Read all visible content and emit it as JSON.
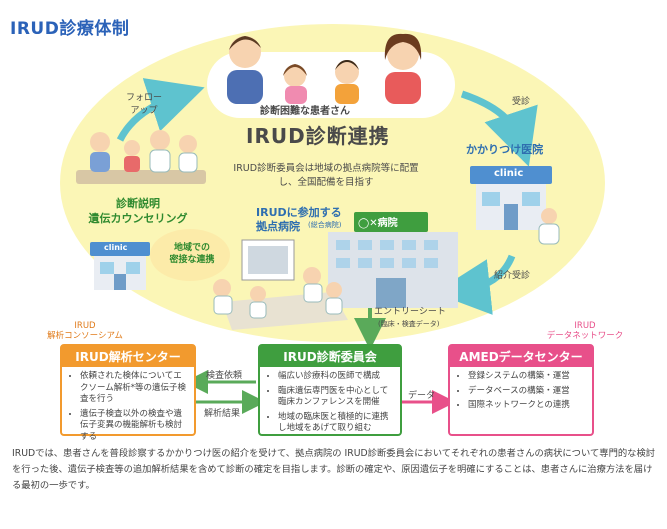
{
  "title": "IRUD診療体制",
  "center": {
    "title": "IRUD診断連携",
    "desc": "IRUD診断委員会は地域の拠点病院等に配置し、全国配備を目指す"
  },
  "patients_label": "診断困難な患者さん",
  "labels": {
    "follow_up": "フォロー\nアップ",
    "visit": "受診",
    "clinic_doctor": "かかりつけ医院",
    "referral": "紹介受診",
    "counseling": "診断説明\n遺伝カウンセリング",
    "local_link": "地域での\n密接な連携",
    "hospital_label": "IRUDに参加する\n拠点病院",
    "hospital_sub": "(総合病院)",
    "hospital_sign": "◯✕病院",
    "clinic_sign": "clinic",
    "entry_sheet": "エントリーシート",
    "entry_sheet_sub": "(臨床・検査データ)",
    "test_request": "検査依頼",
    "analysis_result": "解析結果",
    "data": "データ"
  },
  "boxes": {
    "analysis": {
      "tag": "IRUD\n解析コンソーシアム",
      "header": "IRUD解析センター",
      "items": [
        "依頼された検体についてエクソーム解析*等の遺伝子検査を行う",
        "遺伝子検査以外の検査や遺伝子変異の機能解析も検討する"
      ]
    },
    "committee": {
      "header": "IRUD診断委員会",
      "items": [
        "幅広い診療科の医師で構成",
        "臨床遺伝専門医を中心として臨床カンファレンスを開催",
        "地域の臨床医と積極的に連携し地域をあげて取り組む"
      ]
    },
    "amed": {
      "tag": "IRUD\nデータネットワーク",
      "header": "AMEDデータセンター",
      "items": [
        "登録システムの構築・運営",
        "データベースの構築・運営",
        "国際ネットワークとの連携"
      ]
    }
  },
  "footer": "IRUDでは、患者さんを普段診察するかかりつけ医の紹介を受けて、拠点病院の IRUD診断委員会においてそれぞれの患者さんの病状について専門的な検討を行った後、遺伝子検査等の追加解析結果を含めて診断の確定を目指します。診断の確定や、原因遺伝子を明確にすることは、患者さんに治療方法を届ける最初の一歩です。",
  "colors": {
    "title_blue": "#2b62b8",
    "analysis_orange": "#f29a2e",
    "committee_green": "#3f9e3f",
    "amed_pink": "#e8508a",
    "arrow_teal": "#5ec3cf",
    "ellipse_yellow": "#fbf6b6"
  }
}
